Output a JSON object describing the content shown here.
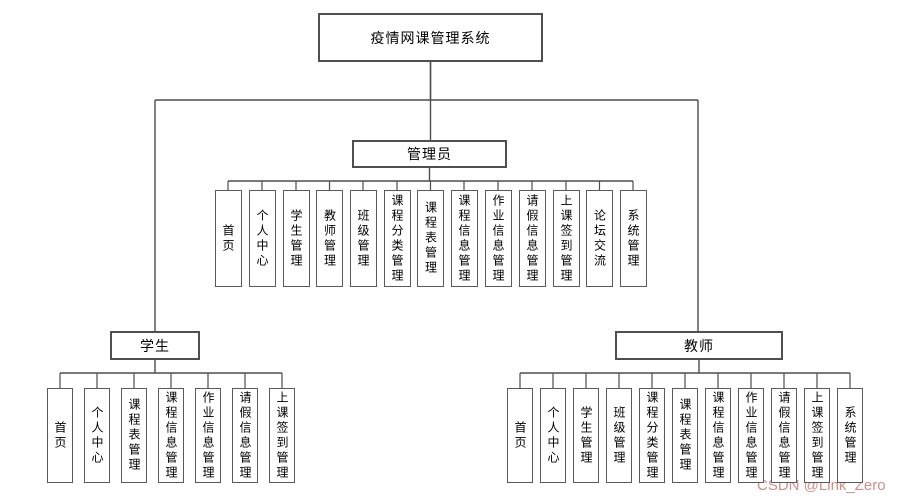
{
  "tree": {
    "root": {
      "label": "疫情网课管理系统"
    },
    "branches": [
      {
        "id": "admin",
        "label": "管理员",
        "children": [
          "首页",
          "个人中心",
          "学生管理",
          "教师管理",
          "班级管理",
          "课程分类管理",
          "课程表管理",
          "课程信息管理",
          "作业信息管理",
          "请假信息管理",
          "上课签到管理",
          "论坛交流",
          "系统管理"
        ]
      },
      {
        "id": "student",
        "label": "学生",
        "children": [
          "首页",
          "个人中心",
          "课程表管理",
          "课程信息管理",
          "作业信息管理",
          "请假信息管理",
          "上课签到管理"
        ]
      },
      {
        "id": "teacher",
        "label": "教师",
        "children": [
          "首页",
          "个人中心",
          "学生管理",
          "班级管理",
          "课程分类管理",
          "课程表管理",
          "课程信息管理",
          "作业信息管理",
          "请假信息管理",
          "上课签到管理",
          "系统管理"
        ]
      }
    ]
  },
  "watermark": {
    "text": "CSDN @Link_Zero",
    "color": "#d08f8a"
  },
  "colors": {
    "line": "#4d4d4d",
    "box_border": "#5a5a5a",
    "background": "#ffffff",
    "text": "#000000"
  }
}
